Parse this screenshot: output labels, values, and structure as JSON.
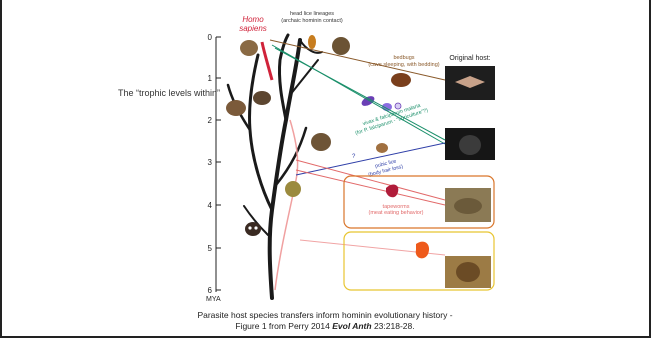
{
  "side_text": "The “trophic levels within”",
  "figure": {
    "homo_label_1": "Homo",
    "homo_label_2": "sapiens",
    "lice_label_1": "head lice lineages",
    "lice_label_2": "(archaic hominin contact)",
    "bedbugs_label_1": "bedbugs",
    "bedbugs_label_2": "(cave sleeping, with bedding)",
    "original_host": "Original host:",
    "malaria_label_1": "vivax & falciparum malaria",
    "malaria_label_2": "(for P. falciparum - \"agriculture\"?)",
    "pubic_label_1": "pubic lice",
    "pubic_label_2": "(body hair loss)",
    "tapeworm_label_1": "tapeworms",
    "tapeworm_label_2": "(meat eating behavior)",
    "question_mark": "?",
    "axis_unit": "MYA",
    "axis_ticks": [
      "0",
      "1",
      "2",
      "3",
      "4",
      "5",
      "6"
    ]
  },
  "caption": {
    "line1": "Parasite host species transfers inform hominin evolutionary history -",
    "line2_pre": "Figure 1 from Perry 2014 ",
    "line2_bold": "Evol Anth",
    "line2_post": " 23:218-28."
  },
  "colors": {
    "homo_red": "#d0233a",
    "bedbug_brown": "#8a5a2b",
    "malaria_green": "#1a8f6a",
    "pubic_blue": "#2f3fa8",
    "tapeworm_pink": "#e26a6a",
    "box_orange": "#d9762b",
    "box_yellow": "#e8c531"
  }
}
